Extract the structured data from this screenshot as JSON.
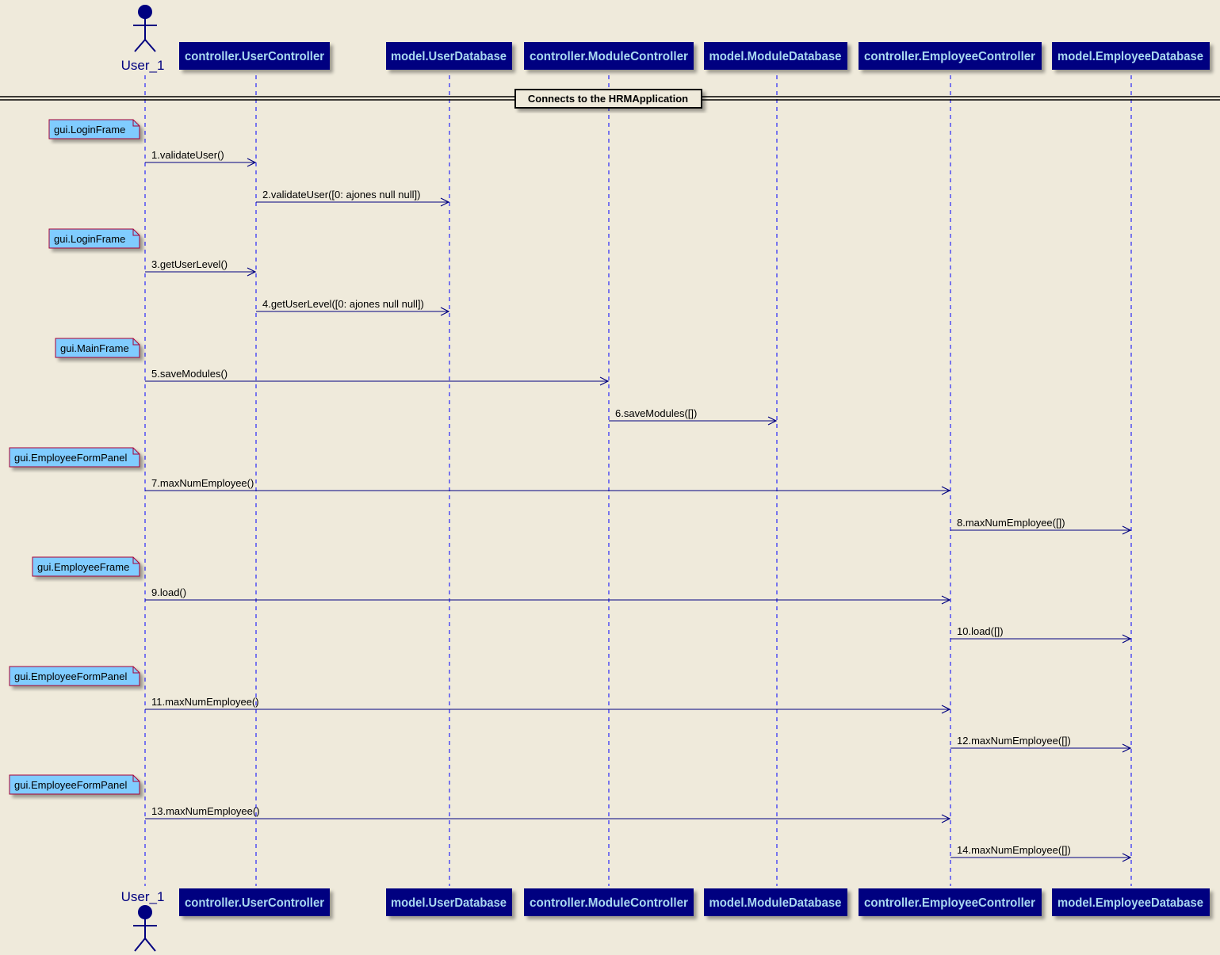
{
  "actor": {
    "name": "User_1"
  },
  "participants": [
    {
      "id": "uc",
      "name": "controller.UserController"
    },
    {
      "id": "udb",
      "name": "model.UserDatabase"
    },
    {
      "id": "mc",
      "name": "controller.ModuleController"
    },
    {
      "id": "mdb",
      "name": "model.ModuleDatabase"
    },
    {
      "id": "ec",
      "name": "controller.EmployeeController"
    },
    {
      "id": "edb",
      "name": "model.EmployeeDatabase"
    }
  ],
  "divider": {
    "label": "Connects to the HRMApplication"
  },
  "notes": [
    "gui.LoginFrame",
    "gui.LoginFrame",
    "gui.MainFrame",
    "gui.EmployeeFormPanel",
    "gui.EmployeeFrame",
    "gui.EmployeeFormPanel",
    "gui.EmployeeFormPanel"
  ],
  "messages": [
    {
      "label": "1.validateUser()",
      "from": "actor",
      "to": "uc"
    },
    {
      "label": "2.validateUser([0: ajones null null])",
      "from": "uc",
      "to": "udb"
    },
    {
      "label": "3.getUserLevel()",
      "from": "actor",
      "to": "uc"
    },
    {
      "label": "4.getUserLevel([0: ajones null null])",
      "from": "uc",
      "to": "udb"
    },
    {
      "label": "5.saveModules()",
      "from": "actor",
      "to": "mc"
    },
    {
      "label": "6.saveModules([])",
      "from": "mc",
      "to": "mdb"
    },
    {
      "label": "7.maxNumEmployee()",
      "from": "actor",
      "to": "ec"
    },
    {
      "label": "8.maxNumEmployee([])",
      "from": "ec",
      "to": "edb"
    },
    {
      "label": "9.load()",
      "from": "actor",
      "to": "ec"
    },
    {
      "label": "10.load([])",
      "from": "ec",
      "to": "edb"
    },
    {
      "label": "11.maxNumEmployee()",
      "from": "actor",
      "to": "ec"
    },
    {
      "label": "12.maxNumEmployee([])",
      "from": "ec",
      "to": "edb"
    },
    {
      "label": "13.maxNumEmployee()",
      "from": "actor",
      "to": "ec"
    },
    {
      "label": "14.maxNumEmployee([])",
      "from": "ec",
      "to": "edb"
    }
  ],
  "colors": {
    "background": "#efeadb",
    "participant_fill": "#000080",
    "participant_text": "#a8d8f0",
    "lifeline": "#0000ff",
    "arrow": "#000080",
    "actor": "#000080",
    "note_fill": "#80ccff",
    "note_border": "#a80036",
    "divider_line": "#000000"
  }
}
